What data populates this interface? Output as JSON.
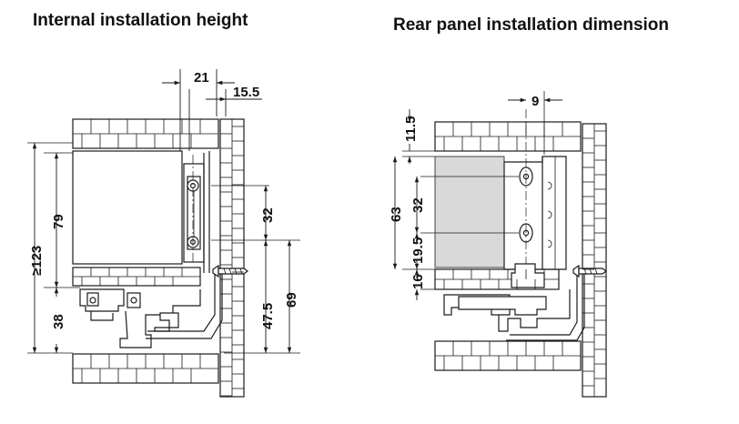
{
  "titles": {
    "left": "Internal installation height",
    "right": "Rear panel installation dimension"
  },
  "left_dimensions": {
    "d21": "21",
    "d15_5": "15.5",
    "d123": "≥123",
    "d79": "79",
    "d38": "38",
    "d32": "32",
    "d47_5": "47.5",
    "d69": "69"
  },
  "right_dimensions": {
    "d9": "9",
    "d11_5": "11.5",
    "d63": "63",
    "d32": "32",
    "d19_5": "19.5",
    "d16": "16"
  },
  "colors": {
    "line": "#1a1a1a",
    "panel_fill": "#d9d9d9",
    "background": "#ffffff"
  }
}
